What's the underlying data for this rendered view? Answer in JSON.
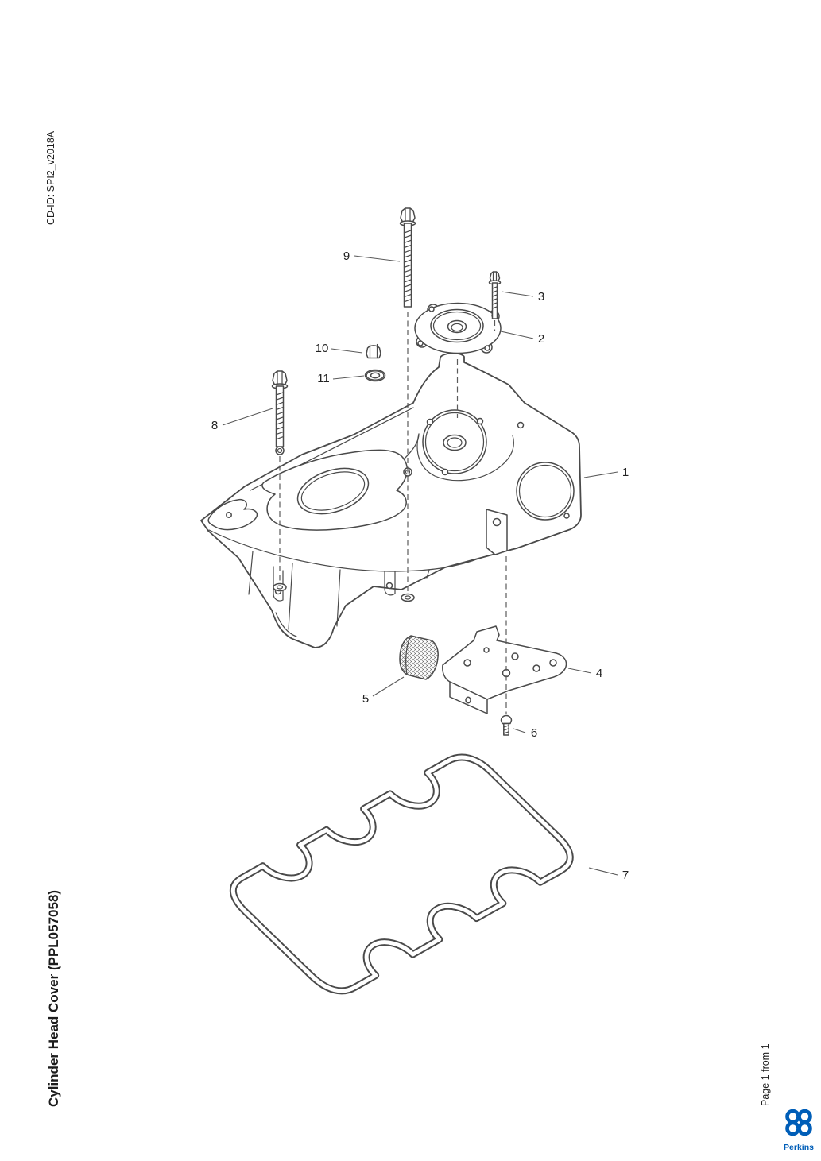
{
  "page": {
    "cd_id": "CD-ID: SPI2_v2018A",
    "title": "Cylinder Head Cover (PPL057058)",
    "page_indicator": "Page 1 from 1"
  },
  "branding": {
    "name": "Perkins",
    "color": "#005eb8"
  },
  "diagram": {
    "callouts": [
      "1",
      "2",
      "3",
      "4",
      "5",
      "6",
      "7",
      "8",
      "9",
      "10",
      "11"
    ]
  },
  "colors": {
    "line": "#4a4a4a",
    "callout_text": "#222222"
  }
}
